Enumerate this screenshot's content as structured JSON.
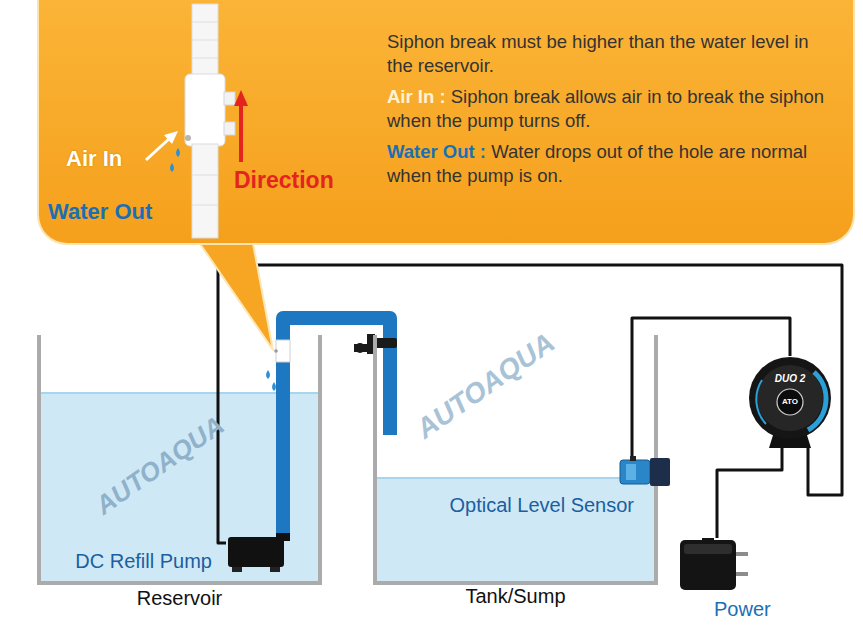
{
  "diagram": {
    "nodes": [
      {
        "text": [
          "Siphon break must be higher than the water level in the reservoir.",
          "Air In :",
          "Siphon break allows air in to break the siphon when the pump turns off.",
          "Water Out :",
          "Water drops out of the hole are normal when the pump is on."
        ]
      },
      {
        "text": [
          "Reservoir"
        ]
      },
      {
        "text": [
          "DC Refill Pump"
        ],
        "in": 1
      },
      {
        "text": [
          "Tank/Sump"
        ]
      },
      {
        "text": [
          "Optical Level Sensor"
        ],
        "in": 3
      },
      {
        "text": [
          "DUO 2",
          "ATO"
        ]
      },
      {
        "text": [
          "Power"
        ]
      }
    ],
    "edges": [
      {
        "from": 2,
        "to": 3,
        "arrow": "none"
      },
      {
        "from": 4,
        "to": 5,
        "arrow": "none"
      },
      {
        "from": 5,
        "to": 6,
        "arrow": "none"
      },
      {
        "from": 5,
        "to": 2,
        "arrow": "none"
      }
    ],
    "labels": [
      "Air In",
      "Water Out",
      "Direction",
      "AUTOAQUA",
      "AUTOAQUA"
    ]
  }
}
